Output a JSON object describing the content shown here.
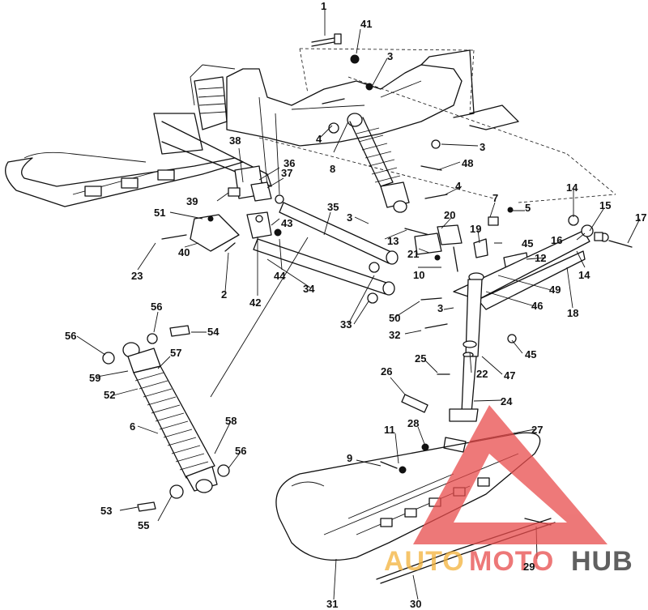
{
  "callouts": [
    {
      "id": "c1",
      "text": "1"
    },
    {
      "id": "c41",
      "text": "41"
    },
    {
      "id": "c3a",
      "text": "3"
    },
    {
      "id": "c38",
      "text": "38"
    },
    {
      "id": "c37",
      "text": "37"
    },
    {
      "id": "c36",
      "text": "36"
    },
    {
      "id": "c39",
      "text": "39"
    },
    {
      "id": "c4a",
      "text": "4"
    },
    {
      "id": "c8",
      "text": "8"
    },
    {
      "id": "c3b",
      "text": "3"
    },
    {
      "id": "c48",
      "text": "48"
    },
    {
      "id": "c4b",
      "text": "4"
    },
    {
      "id": "c7",
      "text": "7"
    },
    {
      "id": "c5",
      "text": "5"
    },
    {
      "id": "c14a",
      "text": "14"
    },
    {
      "id": "c15",
      "text": "15"
    },
    {
      "id": "c17",
      "text": "17"
    },
    {
      "id": "c16",
      "text": "16"
    },
    {
      "id": "c51",
      "text": "51"
    },
    {
      "id": "c35",
      "text": "35"
    },
    {
      "id": "c43",
      "text": "43"
    },
    {
      "id": "c3c",
      "text": "3"
    },
    {
      "id": "c20",
      "text": "20"
    },
    {
      "id": "c19",
      "text": "19"
    },
    {
      "id": "c45a",
      "text": "45"
    },
    {
      "id": "c13",
      "text": "13"
    },
    {
      "id": "c12",
      "text": "12"
    },
    {
      "id": "c23",
      "text": "23"
    },
    {
      "id": "c40",
      "text": "40"
    },
    {
      "id": "c44",
      "text": "44"
    },
    {
      "id": "c2",
      "text": "2"
    },
    {
      "id": "c42",
      "text": "42"
    },
    {
      "id": "c21",
      "text": "21"
    },
    {
      "id": "c10",
      "text": "10"
    },
    {
      "id": "c14b",
      "text": "14"
    },
    {
      "id": "c34",
      "text": "34"
    },
    {
      "id": "c49",
      "text": "49"
    },
    {
      "id": "c3d",
      "text": "3"
    },
    {
      "id": "c46",
      "text": "46"
    },
    {
      "id": "c18",
      "text": "18"
    },
    {
      "id": "c50",
      "text": "50"
    },
    {
      "id": "c33",
      "text": "33"
    },
    {
      "id": "c32",
      "text": "32"
    },
    {
      "id": "c56a",
      "text": "56"
    },
    {
      "id": "c54",
      "text": "54"
    },
    {
      "id": "c56b",
      "text": "56"
    },
    {
      "id": "c57",
      "text": "57"
    },
    {
      "id": "c45b",
      "text": "45"
    },
    {
      "id": "c59",
      "text": "59"
    },
    {
      "id": "c25",
      "text": "25"
    },
    {
      "id": "c22",
      "text": "22"
    },
    {
      "id": "c47",
      "text": "47"
    },
    {
      "id": "c52",
      "text": "52"
    },
    {
      "id": "c26",
      "text": "26"
    },
    {
      "id": "c24",
      "text": "24"
    },
    {
      "id": "c6",
      "text": "6"
    },
    {
      "id": "c58",
      "text": "58"
    },
    {
      "id": "c28",
      "text": "28"
    },
    {
      "id": "c27",
      "text": "27"
    },
    {
      "id": "c11",
      "text": "11"
    },
    {
      "id": "c56c",
      "text": "56"
    },
    {
      "id": "c9",
      "text": "9"
    },
    {
      "id": "c53",
      "text": "53"
    },
    {
      "id": "c55",
      "text": "55"
    },
    {
      "id": "c29",
      "text": "29"
    },
    {
      "id": "c31",
      "text": "31"
    },
    {
      "id": "c30",
      "text": "30"
    }
  ],
  "watermark": {
    "part1": "AUTO",
    "part2": "MOTO",
    "part3": "HUB",
    "colors": {
      "auto": "#f3b23a",
      "moto": "#e84c4c",
      "hub": "#2b2b2b",
      "triangle": "#e84c4c"
    }
  },
  "icons": {
    "shock_absorber": "coil-spring-shock-icon",
    "ski": "ski-icon",
    "watermark": "triangle-logo-icon"
  }
}
